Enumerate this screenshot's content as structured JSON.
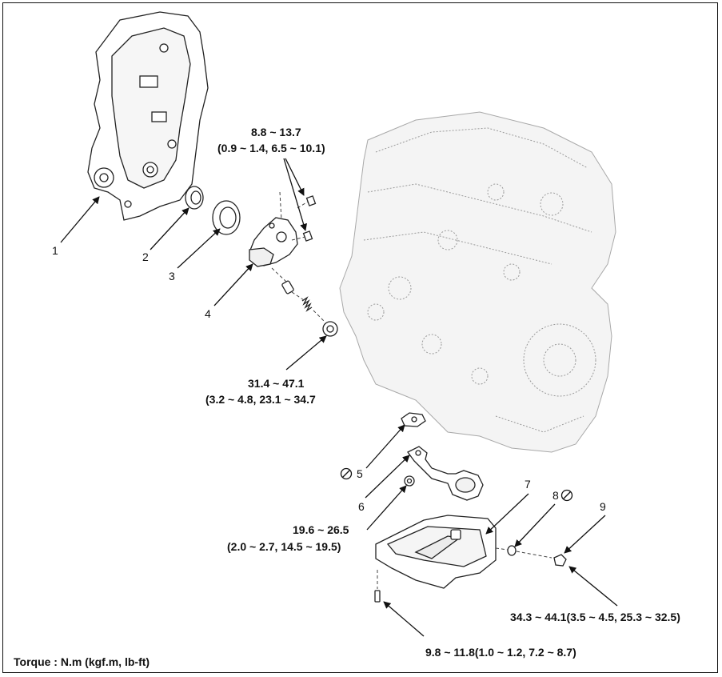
{
  "callouts": {
    "p1": "1",
    "p2": "2",
    "p3": "3",
    "p4": "4",
    "p5": "5",
    "p6": "6",
    "p7": "7",
    "p8": "8",
    "p9": "9"
  },
  "torques": {
    "pump_bolts_line1": "8.8 ~ 13.7",
    "pump_bolts_line2": "(0.9 ~ 1.4, 6.5 ~ 10.1)",
    "relief_plug_line1": "31.4 ~ 47.1",
    "relief_plug_line2": "(3.2 ~ 4.8, 23.1 ~ 34.7",
    "screen_nut_line1": "19.6 ~ 26.5",
    "screen_nut_line2": "(2.0 ~ 2.7, 14.5 ~ 19.5)",
    "drain_plug": "34.3 ~ 44.1(3.5 ~ 4.5, 25.3 ~ 32.5)",
    "pan_bolt": "9.8 ~ 11.8(1.0 ~ 1.2, 7.2 ~ 8.7)"
  },
  "footer": {
    "torque_units": "Torque : N.m (kgf.m, lb-ft)"
  },
  "icons": {
    "replace_symbol": "no-reuse-icon"
  }
}
